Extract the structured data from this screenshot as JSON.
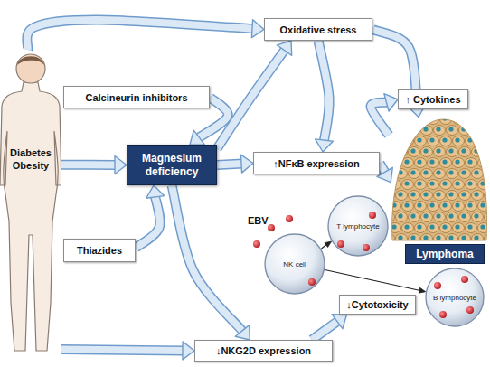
{
  "diagram": {
    "nodes": [
      {
        "text": [
          "Diabetes Obesity"
        ]
      },
      {
        "text": [
          "Oxidative stress"
        ]
      },
      {
        "text": [
          "Calcineurin inhibitors"
        ]
      },
      {
        "text": [
          "Magnesium deficiency"
        ]
      },
      {
        "text": [
          "↑NFκB expression"
        ]
      },
      {
        "text": [
          "↑ Cytokines"
        ]
      },
      {
        "text": [
          "Lymphoma"
        ]
      },
      {
        "text": [
          "Thiazides"
        ]
      },
      {
        "text": [
          "NK cell"
        ]
      },
      {
        "text": [
          "T lymphocyte"
        ]
      },
      {
        "text": [
          "B lymphocyte"
        ]
      },
      {
        "text": [
          "↓Cytotoxicity"
        ]
      },
      {
        "text": [
          "↓NKG2D expression"
        ]
      }
    ],
    "edges": [
      {
        "from": 0,
        "to": 1,
        "arrow": "to"
      },
      {
        "from": 0,
        "to": 3,
        "arrow": "to"
      },
      {
        "from": 0,
        "to": 12,
        "arrow": "to"
      },
      {
        "from": 2,
        "to": 3,
        "arrow": "to"
      },
      {
        "from": 7,
        "to": 3,
        "arrow": "to"
      },
      {
        "from": 3,
        "to": 4,
        "arrow": "to"
      },
      {
        "from": 3,
        "to": 1,
        "arrow": "to"
      },
      {
        "from": 1,
        "to": 4,
        "arrow": "to"
      },
      {
        "from": 1,
        "to": 6,
        "arrow": "to"
      },
      {
        "from": 6,
        "to": 5,
        "arrow": "to"
      },
      {
        "from": 4,
        "to": 6,
        "arrow": "to"
      },
      {
        "from": 3,
        "to": 12,
        "arrow": "to"
      },
      {
        "from": 12,
        "to": 11,
        "arrow": "to"
      },
      {
        "from": 8,
        "to": 9,
        "arrow": "to"
      },
      {
        "from": 8,
        "to": 10,
        "arrow": "to"
      }
    ],
    "labels": [
      "EBV"
    ]
  }
}
